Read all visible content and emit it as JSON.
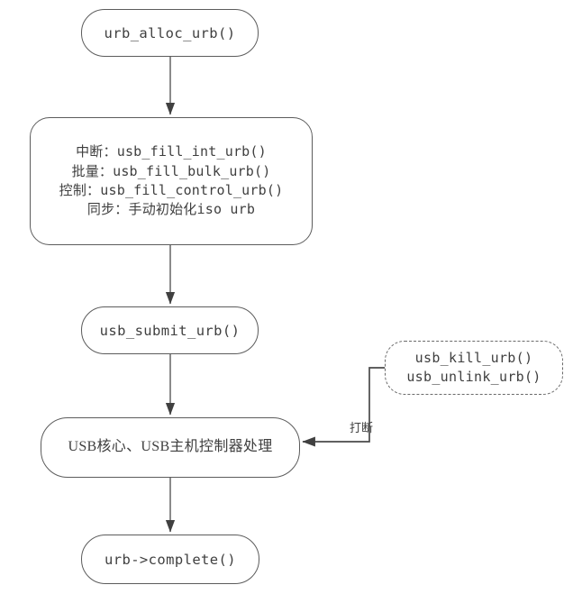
{
  "diagram": {
    "title": "USB URB lifecycle flowchart",
    "colors": {
      "stroke": "#5c5c5c",
      "dashed_stroke": "#6a6a6a",
      "text": "#3f3f3f",
      "background": "#ffffff",
      "arrow": "#404040"
    },
    "nodes": {
      "alloc": {
        "label": "urb_alloc_urb()",
        "shape": "rounded-rect",
        "border": "solid"
      },
      "fill": {
        "label": "中断：usb_fill_int_urb()\n批量：usb_fill_bulk_urb()\n控制：usb_fill_control_urb()\n同步：手动初始化iso urb",
        "lines": [
          "中断：usb_fill_int_urb()",
          "批量：usb_fill_bulk_urb()",
          "控制：usb_fill_control_urb()",
          "同步：手动初始化iso urb"
        ],
        "shape": "rounded-rect",
        "border": "solid"
      },
      "submit": {
        "label": "usb_submit_urb()",
        "shape": "rounded-rect",
        "border": "solid"
      },
      "kill": {
        "label": "usb_kill_urb()\nusb_unlink_urb()",
        "lines": [
          "usb_kill_urb()",
          "usb_unlink_urb()"
        ],
        "shape": "rounded-rect",
        "border": "dashed"
      },
      "core": {
        "label": "USB核心、USB主机控制器处理",
        "shape": "rounded-rect",
        "border": "solid"
      },
      "complete": {
        "label": "urb->complete()",
        "shape": "rounded-rect",
        "border": "solid"
      }
    },
    "edges": {
      "alloc_to_fill": {
        "label": ""
      },
      "fill_to_submit": {
        "label": ""
      },
      "submit_to_core": {
        "label": ""
      },
      "core_to_complete": {
        "label": ""
      },
      "kill_to_core": {
        "label": "打断"
      }
    }
  }
}
